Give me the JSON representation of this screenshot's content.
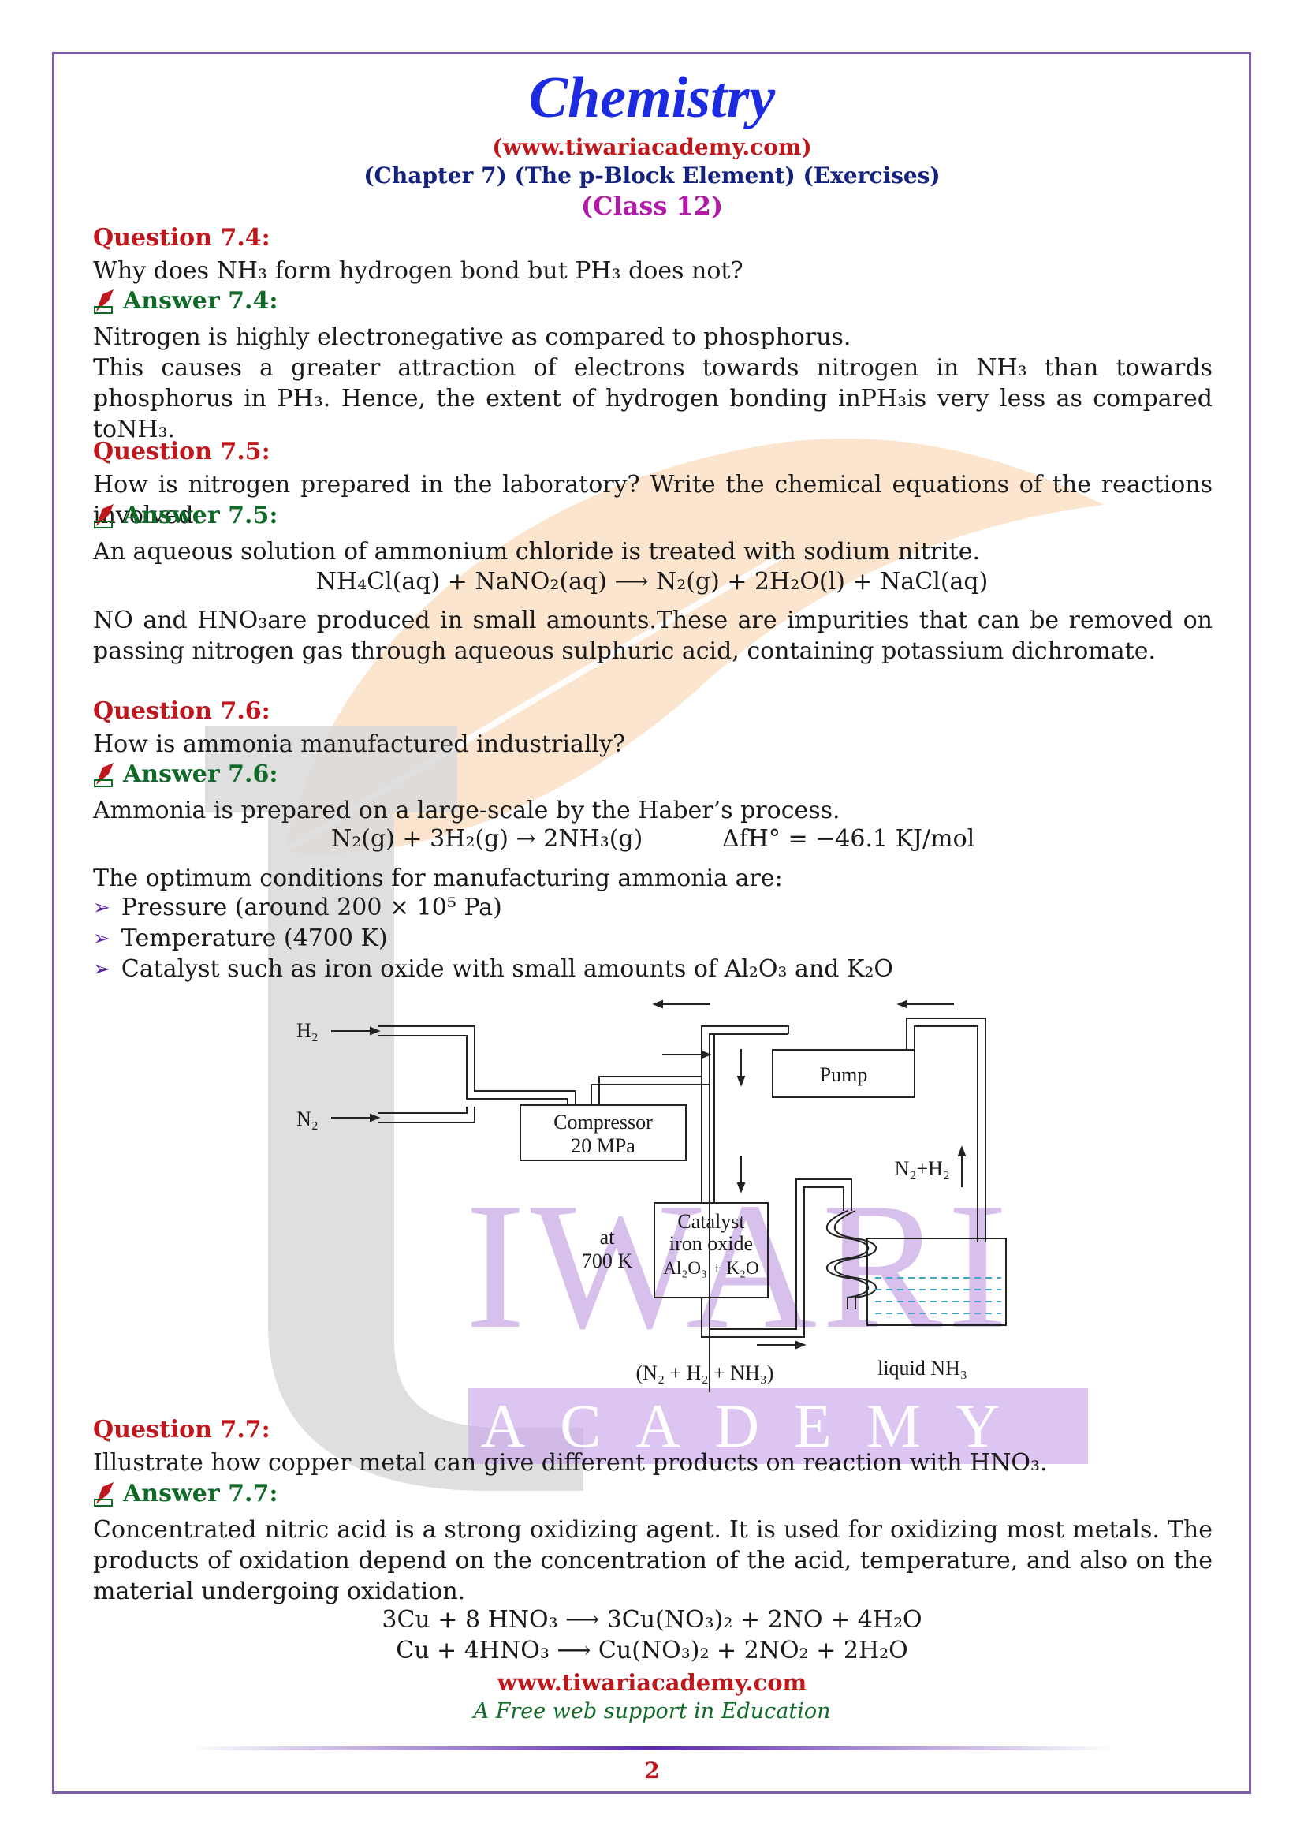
{
  "header": {
    "title": "Chemistry",
    "website": "(www.tiwariacademy.com)",
    "chapter": "(Chapter 7) (The p-Block Element) (Exercises)",
    "class": "(Class 12)"
  },
  "watermark": {
    "word1": "IWARI",
    "word2": "ACADEMY"
  },
  "q74": {
    "label": "Question 7.4:",
    "text": "Why does NH₃ form hydrogen bond but PH₃ does not?",
    "answer_label": "Answer 7.4:",
    "a1": "Nitrogen is highly electronegative as compared to phosphorus.",
    "a2": "This causes a greater attraction of electrons towards nitrogen in NH₃ than towards phosphorus in PH₃. Hence, the extent of hydrogen bonding inPH₃is very less as compared toNH₃."
  },
  "q75": {
    "label": "Question 7.5:",
    "text": "How is nitrogen prepared in the laboratory? Write the chemical equations of the reactions involved.",
    "answer_label": "Answer 7.5:",
    "a1": "An aqueous solution of ammonium chloride is treated with sodium nitrite.",
    "eq": "NH₄Cl(aq) + NaNO₂(aq) ⟶ N₂(g) + 2H₂O(l) + NaCl(aq)",
    "a2": "NO and HNO₃are produced in small amounts.These are impurities that can be removed on passing nitrogen gas through aqueous sulphuric acid, containing potassium dichromate."
  },
  "q76": {
    "label": "Question 7.6:",
    "text": "How is ammonia manufactured industrially?",
    "answer_label": "Answer 7.6:",
    "a1": "Ammonia is prepared on a large-scale by the Haber’s process.",
    "eq": "N₂(g) + 3H₂(g) → 2NH₃(g)",
    "enthalpy": "ΔfH° = −46.1 KJ/mol",
    "a2": "The optimum conditions for manufacturing ammonia are:",
    "bullets": [
      "Pressure (around 200 × 10⁵ Pa)",
      "Temperature (4700 K)",
      "Catalyst such as iron oxide with small amounts of Al₂O₃ and K₂O"
    ]
  },
  "diagram": {
    "h2": "H₂",
    "n2": "N₂",
    "compressor1": "Compressor",
    "compressor2": "20 MPa",
    "pump": "Pump",
    "temp1": "at",
    "temp2": "700 K",
    "cat1": "Catalyst",
    "cat2": "iron oxide",
    "cat3": "Al₂O₃ + K₂O",
    "n2h2": "N₂+H₂",
    "mix": "(N₂ + H₂ + NH₃)",
    "liquid": "liquid NH₃"
  },
  "q77": {
    "label": "Question 7.7:",
    "text": "Illustrate how copper metal can give different products on reaction with HNO₃.",
    "answer_label": "Answer 7.7:",
    "a1": "Concentrated nitric acid is a strong oxidizing agent. It is used for oxidizing most metals. The products of oxidation depend on the concentration of the acid, temperature, and also on the material undergoing oxidation.",
    "eq1": "3Cu + 8 HNO₃ ⟶ 3Cu(NO₃)₂ + 2NO + 4H₂O",
    "eq2": "Cu + 4HNO₃ ⟶ Cu(NO₃)₂ + 2NO₂ + 2H₂O"
  },
  "footer": {
    "website": "www.tiwariacademy.com",
    "tagline": "A Free web support in Education",
    "page": "2"
  },
  "colors": {
    "border": "#7b5ea7",
    "question": "#c0171c",
    "answer": "#0e6a26",
    "title": "#1c2be0"
  }
}
